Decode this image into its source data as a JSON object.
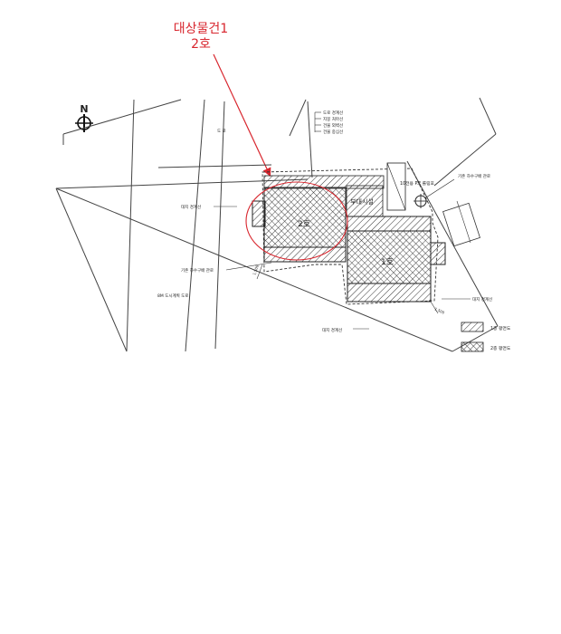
{
  "annotation": {
    "line1": "대상물건1",
    "line2": "2호",
    "color": "#d8262e"
  },
  "north": {
    "letter": "N"
  },
  "labels": {
    "road_center": "도 로",
    "legend_a": "도로 경계선",
    "legend_b": "지붕 처마선",
    "legend_c": "건물 외벽선",
    "legend_d": "건물 중심선",
    "ref_pole": "10전용 P.E 롤링포",
    "sewer_top": "기존 하수구배 관로",
    "site_left": "대지 경계선",
    "building_2": "2호",
    "building_1": "1호",
    "annex": "부대시설",
    "sewer_mid": "기존 하수구배 관로",
    "city_road": "8M 도시계획 도로",
    "site_right": "대지 경계선",
    "site_bottom": "대지 경계선",
    "dim_left": "1,500",
    "dim_right": "1,500"
  },
  "legend": [
    {
      "label": "1층 평면도",
      "pattern": "hatch"
    },
    {
      "label": "2층 평면도",
      "pattern": "cross"
    }
  ]
}
